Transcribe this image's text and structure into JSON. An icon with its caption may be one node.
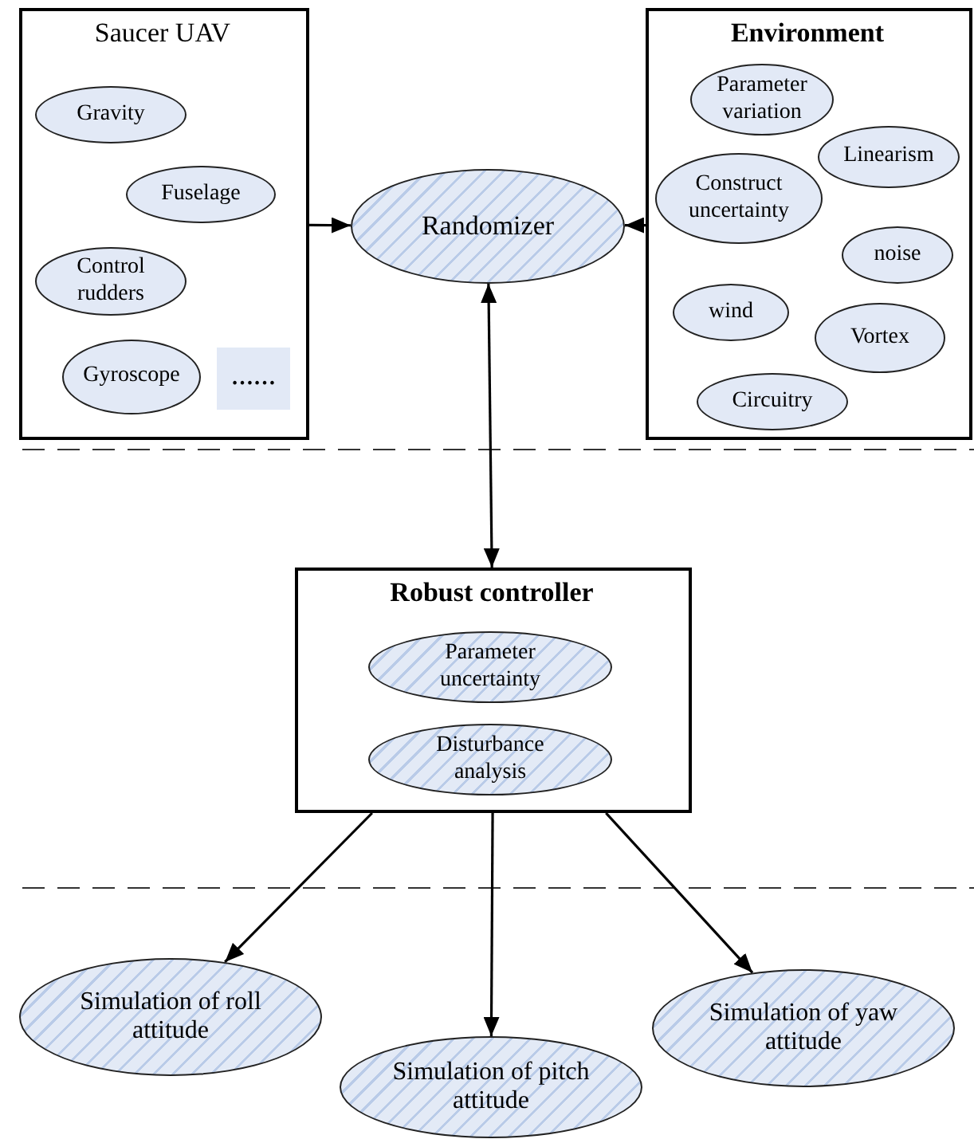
{
  "diagram": {
    "nodes": [
      {
        "text": [
          "Saucer UAV"
        ]
      },
      {
        "text": [
          "Gravity"
        ],
        "in": 0
      },
      {
        "text": [
          "Fuselage"
        ],
        "in": 0
      },
      {
        "text": [
          "Control rudders"
        ],
        "in": 0
      },
      {
        "text": [
          "Gyroscope"
        ],
        "in": 0
      },
      {
        "text": [
          "……"
        ],
        "in": 0
      },
      {
        "text": [
          "Randomizer"
        ]
      },
      {
        "text": [
          "Environment"
        ]
      },
      {
        "text": [
          "Parameter variation"
        ],
        "in": 7
      },
      {
        "text": [
          "Linearism"
        ],
        "in": 7
      },
      {
        "text": [
          "Construct uncertainty"
        ],
        "in": 7
      },
      {
        "text": [
          "noise"
        ],
        "in": 7
      },
      {
        "text": [
          "wind"
        ],
        "in": 7
      },
      {
        "text": [
          "Vortex"
        ],
        "in": 7
      },
      {
        "text": [
          "Circuitry"
        ],
        "in": 7
      },
      {
        "text": [
          "Robust controller"
        ]
      },
      {
        "text": [
          "Parameter uncertainty"
        ],
        "in": 15
      },
      {
        "text": [
          "Disturbance analysis"
        ],
        "in": 15
      },
      {
        "text": [
          "Simulation of roll attitude"
        ]
      },
      {
        "text": [
          "Simulation of pitch attitude"
        ]
      },
      {
        "text": [
          "Simulation of yaw attitude"
        ]
      }
    ],
    "edges": [
      {
        "from": 0,
        "to": 6,
        "arrow": "to"
      },
      {
        "from": 7,
        "to": 6,
        "arrow": "to"
      },
      {
        "from": 6,
        "to": 15,
        "arrow": "both"
      },
      {
        "from": 15,
        "to": 18,
        "arrow": "to"
      },
      {
        "from": 15,
        "to": 19,
        "arrow": "to"
      },
      {
        "from": 15,
        "to": 20,
        "arrow": "to"
      }
    ]
  }
}
